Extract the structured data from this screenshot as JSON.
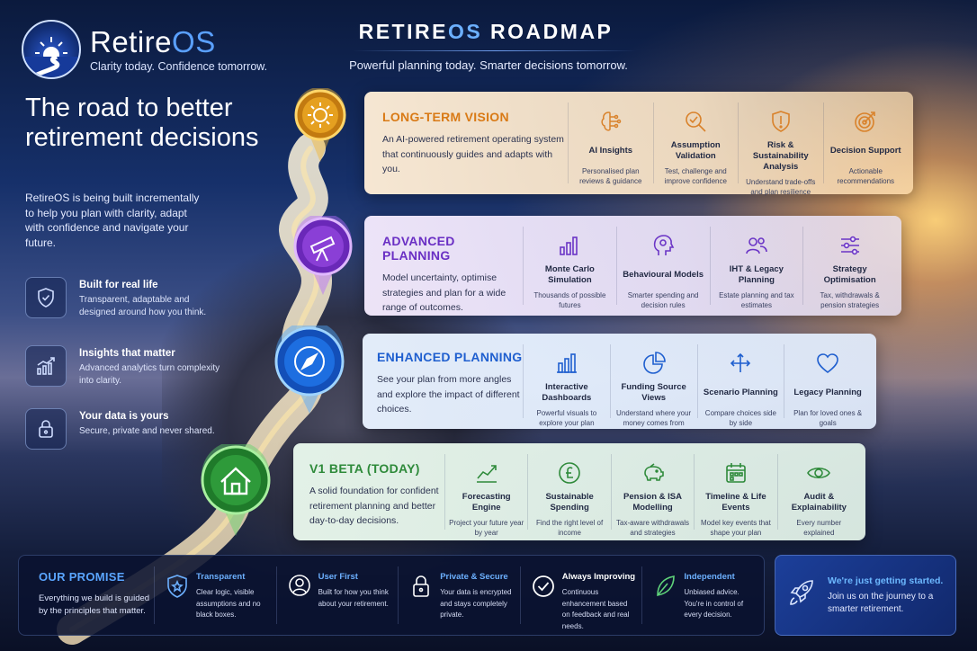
{
  "header": {
    "brand_main": "Retire",
    "brand_accent": "OS",
    "tagline": "Clarity today. Confidence tomorrow.",
    "roadmap_title_a": "RETIRE",
    "roadmap_title_b": "OS",
    "roadmap_title_c": " ROADMAP",
    "roadmap_subtitle": "Powerful planning today. Smarter decisions tomorrow."
  },
  "hero": {
    "title": "The road to better retirement decisions",
    "description": "RetireOS is being built incrementally to help you plan with clarity, adapt with confidence and navigate your future."
  },
  "features": [
    {
      "title": "Built for real life",
      "desc": "Transparent, adaptable and designed around how you think.",
      "icon": "shield-check-icon"
    },
    {
      "title": "Insights that matter",
      "desc": "Advanced analytics turn complexity into clarity.",
      "icon": "trend-chart-icon"
    },
    {
      "title": "Your data is yours",
      "desc": "Secure, private and never shared.",
      "icon": "lock-icon"
    }
  ],
  "stages": {
    "vision": {
      "title": "LONG-TERM VISION",
      "desc": "An AI-powered retirement operating system that continuously guides and adapts with you.",
      "items": [
        {
          "title": "AI Insights",
          "desc": "Personalised plan reviews & guidance",
          "icon": "ai-brain-icon"
        },
        {
          "title": "Assumption Validation",
          "desc": "Test, challenge and improve confidence",
          "icon": "magnifier-check-icon"
        },
        {
          "title": "Risk & Sustainability Analysis",
          "desc": "Understand trade-offs and plan resilience",
          "icon": "shield-icon"
        },
        {
          "title": "Decision Support",
          "desc": "Actionable recommendations",
          "icon": "target-icon"
        }
      ]
    },
    "advanced": {
      "title": "ADVANCED PLANNING",
      "desc": "Model uncertainty, optimise strategies and plan for a wide range of outcomes.",
      "items": [
        {
          "title": "Monte Carlo Simulation",
          "desc": "Thousands of possible futures",
          "icon": "bar-chart-icon"
        },
        {
          "title": "Behavioural Models",
          "desc": "Smarter spending and decision rules",
          "icon": "head-gear-icon"
        },
        {
          "title": "IHT & Legacy Planning",
          "desc": "Estate planning and tax estimates",
          "icon": "people-icon"
        },
        {
          "title": "Strategy Optimisation",
          "desc": "Tax, withdrawals & pension strategies",
          "icon": "sliders-icon"
        }
      ]
    },
    "enhanced": {
      "title": "ENHANCED PLANNING",
      "desc": "See your plan from more angles and explore the impact of different choices.",
      "items": [
        {
          "title": "Interactive Dashboards",
          "desc": "Powerful visuals to explore your plan",
          "icon": "bar-chart-icon"
        },
        {
          "title": "Funding Source Views",
          "desc": "Understand where your money comes from",
          "icon": "pie-chart-icon"
        },
        {
          "title": "Scenario Planning",
          "desc": "Compare choices side by side",
          "icon": "arrows-icon"
        },
        {
          "title": "Legacy Planning",
          "desc": "Plan for loved ones & goals",
          "icon": "heart-icon"
        }
      ]
    },
    "v1": {
      "title": "V1 BETA (TODAY)",
      "desc": "A solid foundation for confident retirement planning and better day-to-day decisions.",
      "items": [
        {
          "title": "Forecasting Engine",
          "desc": "Project your future year by year",
          "icon": "trend-line-icon"
        },
        {
          "title": "Sustainable Spending",
          "desc": "Find the right level of income",
          "icon": "pound-coin-icon"
        },
        {
          "title": "Pension & ISA Modelling",
          "desc": "Tax-aware withdrawals and strategies",
          "icon": "piggy-bank-icon"
        },
        {
          "title": "Timeline & Life Events",
          "desc": "Model key events that shape your plan",
          "icon": "calendar-icon"
        },
        {
          "title": "Audit & Explainability",
          "desc": "Every number explained",
          "icon": "eye-icon"
        }
      ]
    }
  },
  "promise": {
    "title": "OUR PROMISE",
    "desc": "Everything we build is guided by the principles that matter.",
    "pillars": [
      {
        "title": "Transparent",
        "desc": "Clear logic, visible assumptions and no black boxes.",
        "icon": "shield-star-icon"
      },
      {
        "title": "User First",
        "desc": "Built for how you think about your retirement.",
        "icon": "user-icon"
      },
      {
        "title": "Private & Secure",
        "desc": "Your data is encrypted and stays completely private.",
        "icon": "lock-icon"
      },
      {
        "title": "Always Improving",
        "desc": "Continuous enhancement based on feedback and real needs.",
        "icon": "check-circle-icon"
      },
      {
        "title": "Independent",
        "desc": "Unbiased advice. You're in control of every decision.",
        "icon": "leaf-icon"
      }
    ]
  },
  "cta": {
    "title": "We're just getting started.",
    "desc": "Join us on the journey to a smarter retirement.",
    "icon": "rocket-icon"
  },
  "colors": {
    "vision": "#d97a16",
    "advanced": "#6a2fc4",
    "enhanced": "#1f5fcf",
    "v1": "#2e8a3a",
    "accent": "#5aa5ff"
  }
}
